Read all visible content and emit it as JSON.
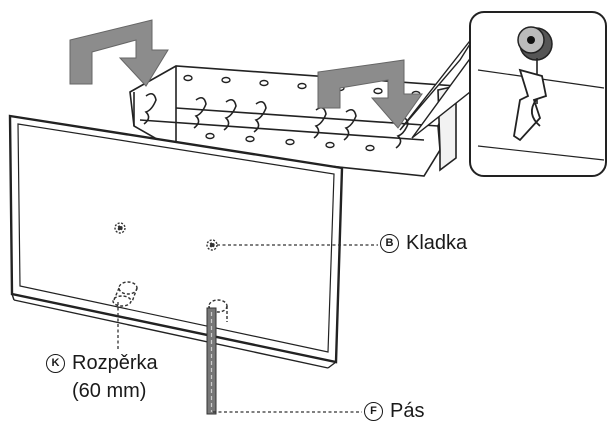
{
  "labels": {
    "pulley": {
      "letter": "B",
      "text": "Kladka"
    },
    "spacer": {
      "letter": "K",
      "text": "Rozpěrka",
      "size": "(60 mm)"
    },
    "strap": {
      "letter": "F",
      "text": "Pás"
    }
  },
  "icons": [
    "down-arrow-icon",
    "pulley-icon",
    "hook-icon"
  ],
  "colors": {
    "arrow_fill": "#8c8c8c",
    "line": "#222222",
    "background": "#ffffff"
  }
}
